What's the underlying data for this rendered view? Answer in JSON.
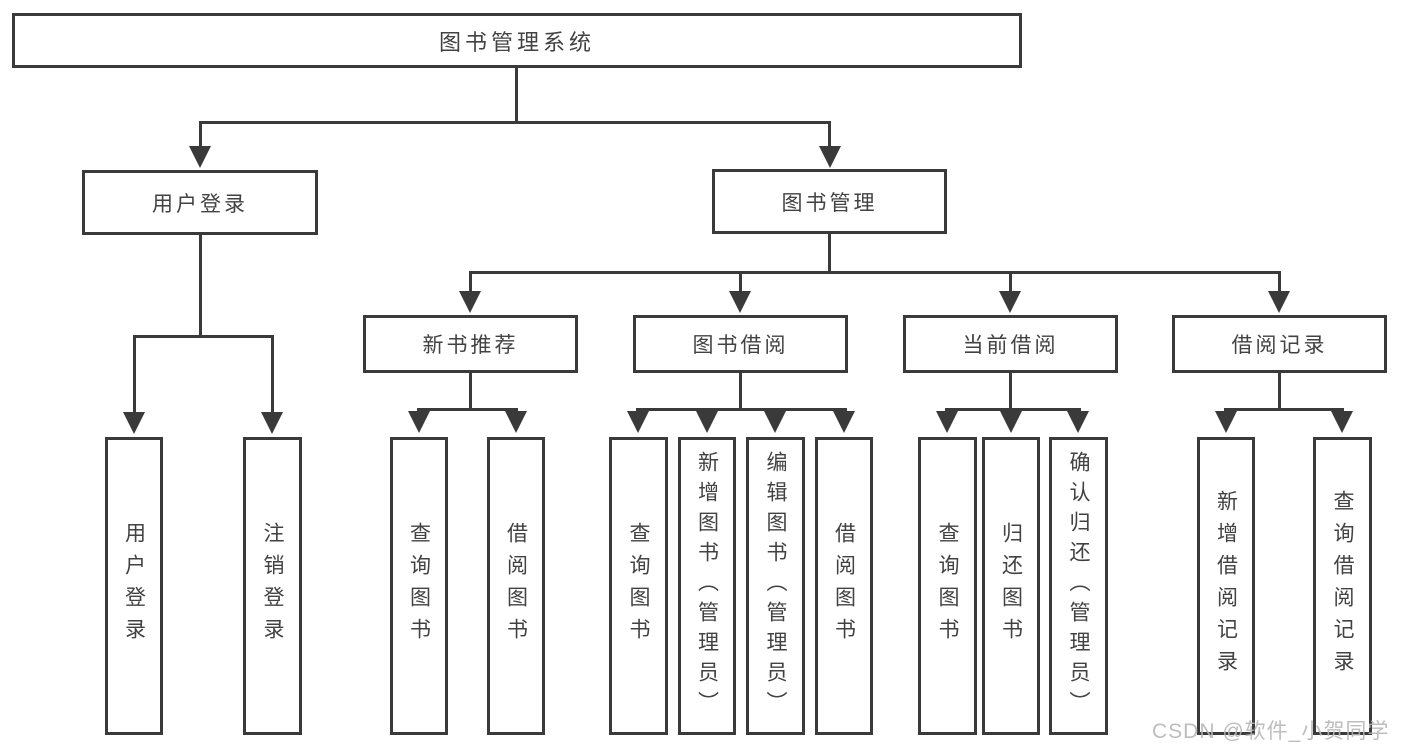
{
  "diagram": {
    "root": {
      "label": "图书管理系统"
    },
    "branches": [
      {
        "label": "用户登录",
        "leaves": [
          "用户登录",
          "注销登录"
        ]
      },
      {
        "label": "图书管理",
        "children": [
          {
            "label": "新书推荐",
            "leaves": [
              "查询图书",
              "借阅图书"
            ]
          },
          {
            "label": "图书借阅",
            "leaves": [
              "查询图书",
              "新增图书（管理员）",
              "编辑图书（管理员）",
              "借阅图书"
            ]
          },
          {
            "label": "当前借阅",
            "leaves": [
              "查询图书",
              "归还图书",
              "确认归还（管理员）"
            ]
          },
          {
            "label": "借阅记录",
            "leaves": [
              "新增借阅记录",
              "查询借阅记录"
            ]
          }
        ]
      }
    ]
  },
  "watermark": {
    "text": "CSDN @软件_小贺同学"
  },
  "colors": {
    "line": "#3a3a3a",
    "text": "#424242",
    "watermark": "#b6b6b6"
  }
}
